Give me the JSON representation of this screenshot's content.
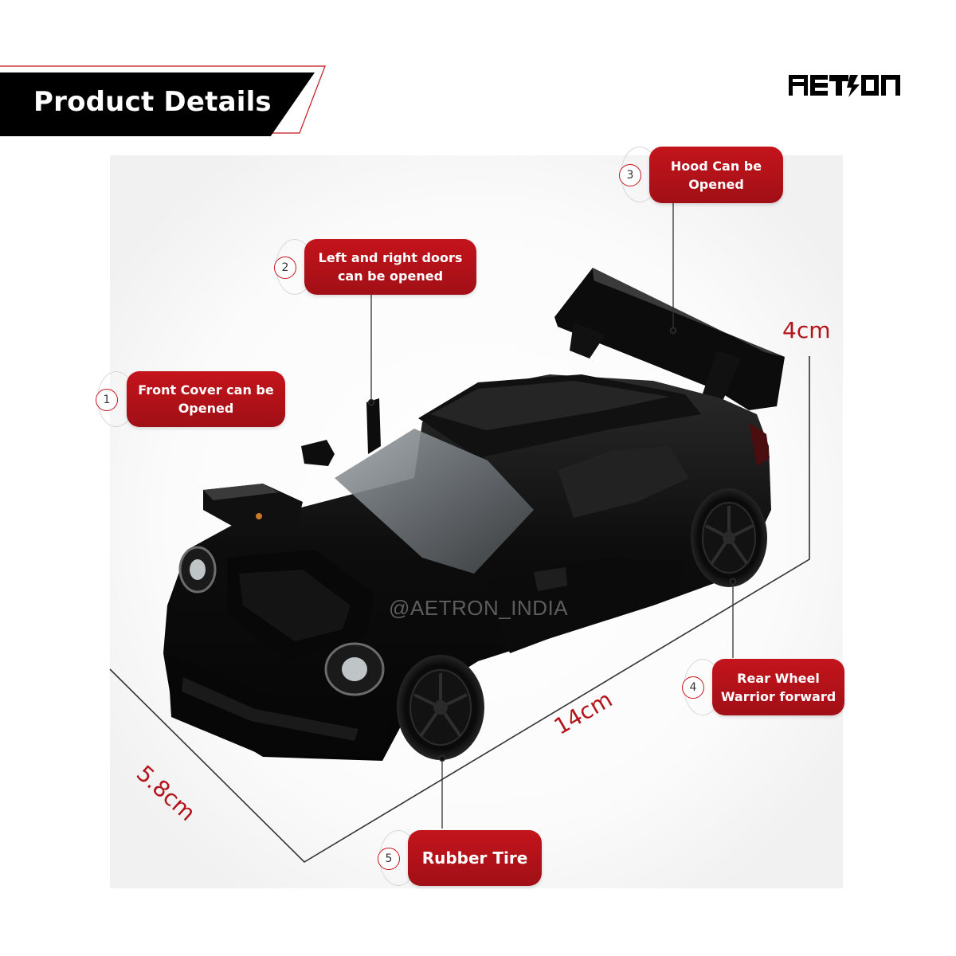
{
  "header": {
    "title": "Product Details"
  },
  "brand": {
    "logo_text": "AETRON"
  },
  "watermark": "@AETRON_INDIA",
  "callouts": [
    {
      "number": "1",
      "label": "Front Cover can be Opened"
    },
    {
      "number": "2",
      "label": "Left and right doors can be opened"
    },
    {
      "number": "3",
      "label": "Hood Can be Opened"
    },
    {
      "number": "4",
      "label": "Rear Wheel Warrior forward"
    },
    {
      "number": "5",
      "label": "Rubber Tire"
    }
  ],
  "dimensions": {
    "height": "4cm",
    "length": "14cm",
    "width": "5.8cm"
  },
  "colors": {
    "accent": "#c4141c",
    "banner": "#000000",
    "car": "#0b0b0b"
  }
}
